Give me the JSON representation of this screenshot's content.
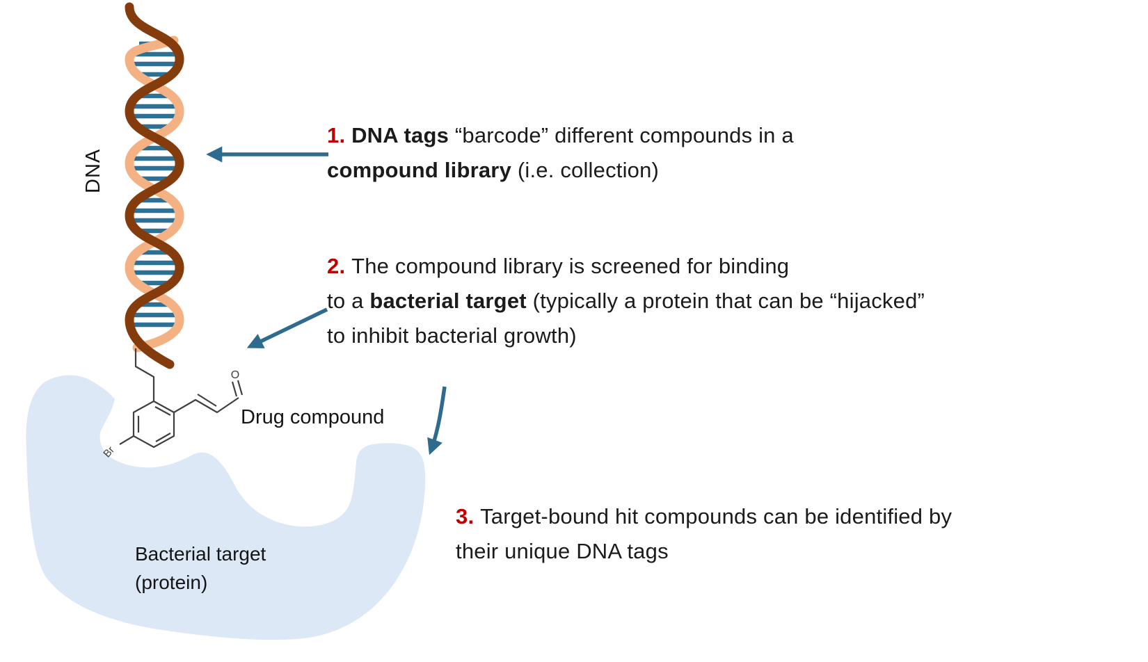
{
  "palette": {
    "accent_red": "#C00000",
    "arrow_teal": "#2E6B8F",
    "rung_teal": "#2E6F94",
    "strand_brown": "#843C0C",
    "strand_peach": "#F4B183",
    "blob_blue": "#DCE8F5",
    "bond_gray": "#3F3F3F",
    "text_dark": "#1B1B1B"
  },
  "figure": {
    "dna_label": "DNA",
    "drug_compound_label": "Drug compound",
    "bacterial_target_line1": "Bacterial target",
    "bacterial_target_line2": "(protein)",
    "oxygen_atom": "O",
    "bromine_atom": "Br"
  },
  "steps": [
    {
      "lines": [
        [
          {
            "t": "1. ",
            "r": true
          },
          {
            "t": "DNA tags",
            "b": true
          },
          {
            "t": " “barcode” different compounds in a"
          }
        ],
        [
          {
            "t": "compound library",
            "b": true
          },
          {
            "t": " (i.e. collection)"
          }
        ]
      ]
    },
    {
      "lines": [
        [
          {
            "t": "2. ",
            "r": true
          },
          {
            "t": "The compound library is screened for binding"
          }
        ],
        [
          {
            "t": "to a "
          },
          {
            "t": "bacterial target",
            "b": true
          },
          {
            "t": " (typically a protein that can be “hijacked”"
          }
        ],
        [
          {
            "t": "to inhibit bacterial growth)"
          }
        ]
      ]
    },
    {
      "lines": [
        [
          {
            "t": "3. ",
            "r": true
          },
          {
            "t": "Target-bound hit compounds can be identified by"
          }
        ],
        [
          {
            "t": "their unique DNA tags"
          }
        ]
      ]
    }
  ]
}
